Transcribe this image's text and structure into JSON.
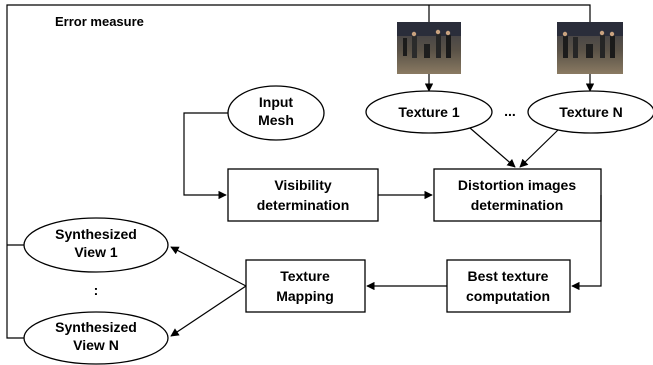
{
  "diagram": {
    "feedback_label": "Error measure",
    "nodes": {
      "input_mesh": {
        "line1": "Input",
        "line2": "Mesh"
      },
      "texture_1": {
        "label": "Texture 1"
      },
      "texture_n": {
        "label": "Texture N"
      },
      "textures_ellipsis": "...",
      "visibility": {
        "line1": "Visibility",
        "line2": "determination"
      },
      "distortion": {
        "line1": "Distortion images",
        "line2": "determination"
      },
      "best_texture": {
        "line1": "Best texture",
        "line2": "computation"
      },
      "texture_mapping": {
        "line1": "Texture",
        "line2": "Mapping"
      },
      "synth_1": {
        "line1": "Synthesized",
        "line2": "View 1"
      },
      "synth_n": {
        "line1": "Synthesized",
        "line2": "View N"
      },
      "views_ellipsis": ":"
    },
    "photos": [
      {
        "name": "input-photo-1",
        "description_icon": "photo-icon"
      },
      {
        "name": "input-photo-n",
        "description_icon": "photo-icon"
      }
    ]
  }
}
